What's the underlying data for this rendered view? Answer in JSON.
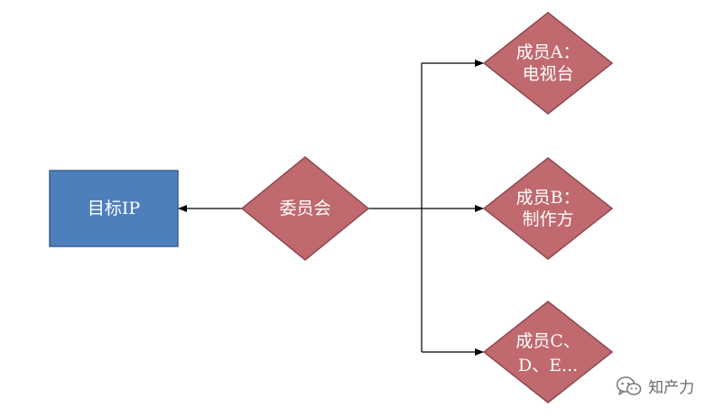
{
  "nodes": {
    "target": {
      "label": "目标IP",
      "shape": "rectangle",
      "fill": "#4e7fbd",
      "stroke": "#3a5f8f"
    },
    "committee": {
      "label": "委员会",
      "shape": "diamond",
      "fill": "#c0696e",
      "stroke": "#8f4a50"
    },
    "member_a": {
      "line1": "成员A：",
      "line2": "电视台",
      "shape": "diamond",
      "fill": "#c0696e",
      "stroke": "#8f4a50"
    },
    "member_b": {
      "line1": "成员B：",
      "line2": "制作方",
      "shape": "diamond",
      "fill": "#c0696e",
      "stroke": "#8f4a50"
    },
    "member_c": {
      "line1": "成员C、",
      "line2": "D、E...",
      "shape": "diamond",
      "fill": "#c0696e",
      "stroke": "#8f4a50"
    }
  },
  "edges": [
    {
      "from": "committee",
      "to": "target"
    },
    {
      "from": "committee",
      "to": "member_a"
    },
    {
      "from": "committee",
      "to": "member_b"
    },
    {
      "from": "committee",
      "to": "member_c"
    }
  ],
  "watermark": {
    "icon": "wechat-icon",
    "text": "知产力"
  }
}
